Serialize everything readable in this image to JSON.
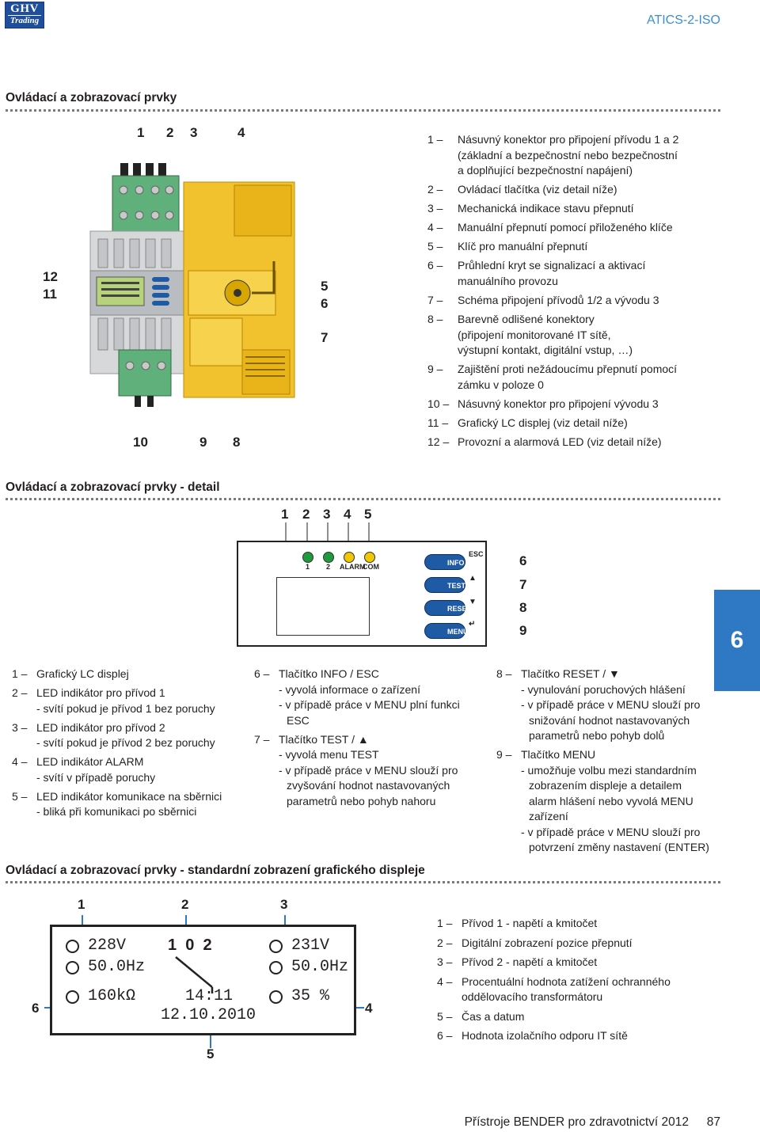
{
  "header": {
    "logo_top": "GHV",
    "logo_bottom": "Trading",
    "doc_id": "ATICS-2-ISO"
  },
  "section1": {
    "title": "Ovládací a zobrazovací prvky",
    "photo_numbers": {
      "top": [
        "1",
        "2",
        "3",
        "4"
      ],
      "left": [
        "12",
        "11"
      ],
      "right": [
        "5",
        "6",
        "7"
      ],
      "bottom": [
        "10",
        "9",
        "8"
      ]
    },
    "legend": [
      {
        "n": "1 –",
        "lines": [
          "Násuvný konektor pro připojení přívodu 1 a 2",
          "(základní a bezpečnostní nebo bezpečnostní",
          "a doplňující bezpečnostní napájení)"
        ]
      },
      {
        "n": "2 –",
        "lines": [
          "Ovládací tlačítka (viz detail níže)"
        ]
      },
      {
        "n": "3 –",
        "lines": [
          "Mechanická indikace stavu přepnutí"
        ]
      },
      {
        "n": "4 –",
        "lines": [
          "Manuální přepnutí pomocí přiloženého klíče"
        ]
      },
      {
        "n": "5 –",
        "lines": [
          "Klíč pro manuální přepnutí"
        ]
      },
      {
        "n": "6 –",
        "lines": [
          "Průhlední kryt se signalizací a aktivací",
          "manuálního provozu"
        ]
      },
      {
        "n": "7 –",
        "lines": [
          "Schéma připojení přívodů 1/2 a vývodu 3"
        ]
      },
      {
        "n": "8 –",
        "lines": [
          "Barevně odlišené konektory",
          "(připojení monitorované IT sítě,",
          "výstupní kontakt, digitální vstup, …)"
        ]
      },
      {
        "n": "9 –",
        "lines": [
          "Zajištění proti nežádoucímu přepnutí pomocí",
          "zámku v poloze 0"
        ]
      },
      {
        "n": "10 –",
        "lines": [
          "Násuvný konektor pro připojení vývodu 3"
        ]
      },
      {
        "n": "11 –",
        "lines": [
          "Grafický LC displej (viz detail níže)"
        ]
      },
      {
        "n": "12 –",
        "lines": [
          "Provozní a alarmová LED (viz detail níže)"
        ]
      }
    ]
  },
  "section2": {
    "title": "Ovládací a zobrazovací prvky - detail",
    "top_numbers": [
      "1",
      "2",
      "3",
      "4",
      "5"
    ],
    "right_numbers": [
      "6",
      "7",
      "8",
      "9"
    ],
    "led_labels": [
      "1",
      "2",
      "ALARM",
      "COM"
    ],
    "led_colors": [
      "#1f9a3c",
      "#1f9a3c",
      "#f2c700",
      "#f2c700"
    ],
    "buttons": [
      "INFO",
      "TEST",
      "RESET",
      "MENU"
    ],
    "esc_label": "ESC",
    "col1": [
      {
        "n": "1 –",
        "lines": [
          "Grafický LC displej"
        ]
      },
      {
        "n": "2 –",
        "lines": [
          "LED indikátor pro přívod 1",
          "- svítí pokud je přívod 1 bez poruchy"
        ]
      },
      {
        "n": "3 –",
        "lines": [
          "LED indikátor pro přívod 2",
          "- svítí pokud je přívod 2 bez poruchy"
        ]
      },
      {
        "n": "4 –",
        "lines": [
          "LED indikátor ALARM",
          "- svítí v případě poruchy"
        ]
      },
      {
        "n": "5 –",
        "lines": [
          "LED indikátor komunikace na sběrnici",
          "- bliká při komunikaci po sběrnici"
        ]
      }
    ],
    "col2": [
      {
        "n": "6 –",
        "lines": [
          "Tlačítko INFO / ESC",
          "- vyvolá informace o zařízení",
          "- v případě práce v MENU plní funkci",
          "  ESC"
        ]
      },
      {
        "n": "7 –",
        "lines": [
          "Tlačítko TEST / ▲",
          "- vyvolá menu TEST",
          "- v případě práce v MENU slouží pro",
          "  zvyšování hodnot nastavovaných",
          "  parametrů nebo pohyb nahoru"
        ]
      }
    ],
    "col3": [
      {
        "n": "8 –",
        "lines": [
          "Tlačítko RESET / ▼",
          "- vynulování poruchových hlášení",
          "- v případě práce v MENU slouží pro",
          "  snižování hodnot nastavovaných",
          "  parametrů nebo pohyb dolů"
        ]
      },
      {
        "n": "9 –",
        "lines": [
          "Tlačítko MENU",
          "- umožňuje volbu mezi standardním",
          "  zobrazením displeje a detailem",
          "  alarm hlášení nebo vyvolá MENU",
          "  zařízení",
          "- v případě práce v MENU slouží pro",
          "  potvrzení změny nastavení (ENTER)"
        ]
      }
    ]
  },
  "section3": {
    "title": "Ovládací a zobrazovací prvky - standardní zobrazení grafického displeje",
    "callouts": {
      "n1": "1",
      "n2": "2",
      "n3": "3",
      "n4": "4",
      "n5": "5",
      "n6": "6"
    },
    "lcd": {
      "v1": "228V",
      "f1": "50.0Hz",
      "pos": "1  0  2",
      "v2": "231V",
      "f2": "50.0Hz",
      "r": "160kΩ",
      "time": "14:11",
      "date": "12.10.2010",
      "load": "35 %"
    },
    "legend": [
      {
        "n": "1 –",
        "lines": [
          "Přívod 1 - napětí a kmitočet"
        ]
      },
      {
        "n": "2 –",
        "lines": [
          "Digitální zobrazení pozice přepnutí"
        ]
      },
      {
        "n": "3 –",
        "lines": [
          "Přívod 2 - napětí a kmitočet"
        ]
      },
      {
        "n": "4 –",
        "lines": [
          "Procentuální hodnota zatížení ochranného",
          "oddělovacího transformátoru"
        ]
      },
      {
        "n": "5 –",
        "lines": [
          "Čas a datum"
        ]
      },
      {
        "n": "6 –",
        "lines": [
          "Hodnota izolačního odporu IT sítě"
        ]
      }
    ]
  },
  "chapter_tab": "6",
  "footer": {
    "text": "Přístroje BENDER pro zdravotnictví 2012",
    "page": "87"
  }
}
